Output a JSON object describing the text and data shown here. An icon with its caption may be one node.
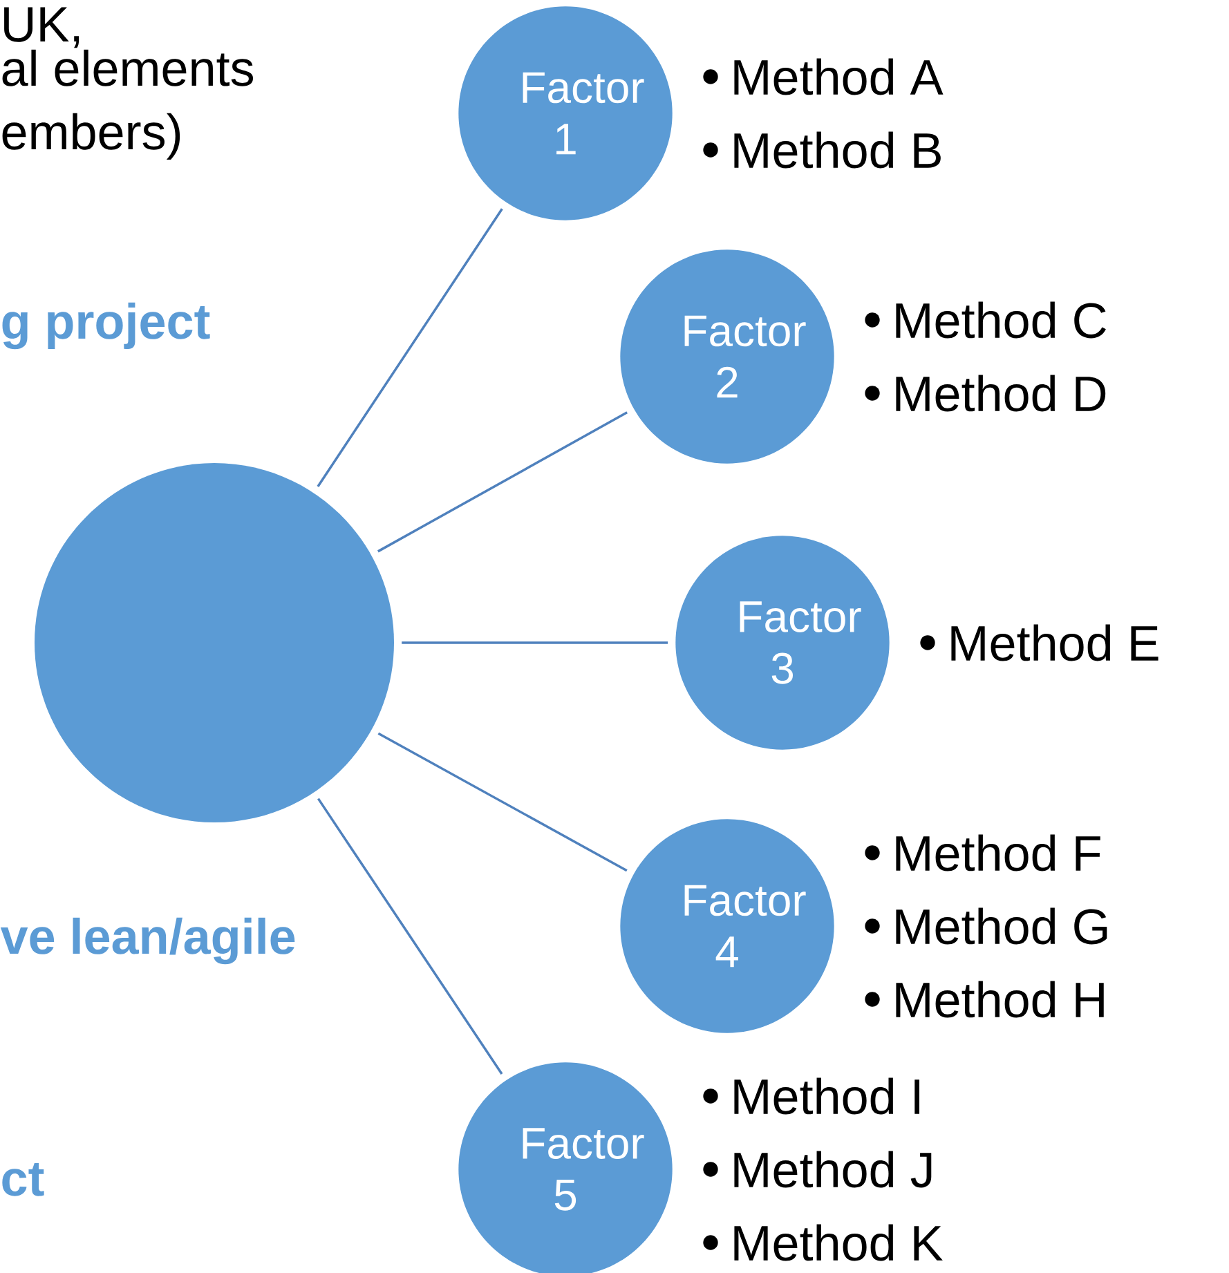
{
  "diagram": {
    "nodes": [
      {
        "text": [],
        "shape": "circle"
      },
      {
        "text": [
          "Factor 1"
        ],
        "beside": [
          "Method A",
          "Method B"
        ]
      },
      {
        "text": [
          "Factor 2"
        ],
        "beside": [
          "Method C",
          "Method D"
        ]
      },
      {
        "text": [
          "Factor 3"
        ],
        "beside": [
          "Method E"
        ]
      },
      {
        "text": [
          "Factor 4"
        ],
        "beside": [
          "Method F",
          "Method G",
          "Method H"
        ]
      },
      {
        "text": [
          "Factor 5"
        ],
        "beside": [
          "Method I",
          "Method J",
          "Method K"
        ]
      }
    ],
    "edges": [
      {
        "from": 0,
        "to": 1,
        "arrow": "none"
      },
      {
        "from": 0,
        "to": 2,
        "arrow": "none"
      },
      {
        "from": 0,
        "to": 3,
        "arrow": "none"
      },
      {
        "from": 0,
        "to": 4,
        "arrow": "none"
      },
      {
        "from": 0,
        "to": 5,
        "arrow": "none"
      }
    ],
    "labels": [
      "UK,",
      "al elements",
      "embers)",
      "g project",
      "ve lean/agile",
      "ct"
    ]
  }
}
